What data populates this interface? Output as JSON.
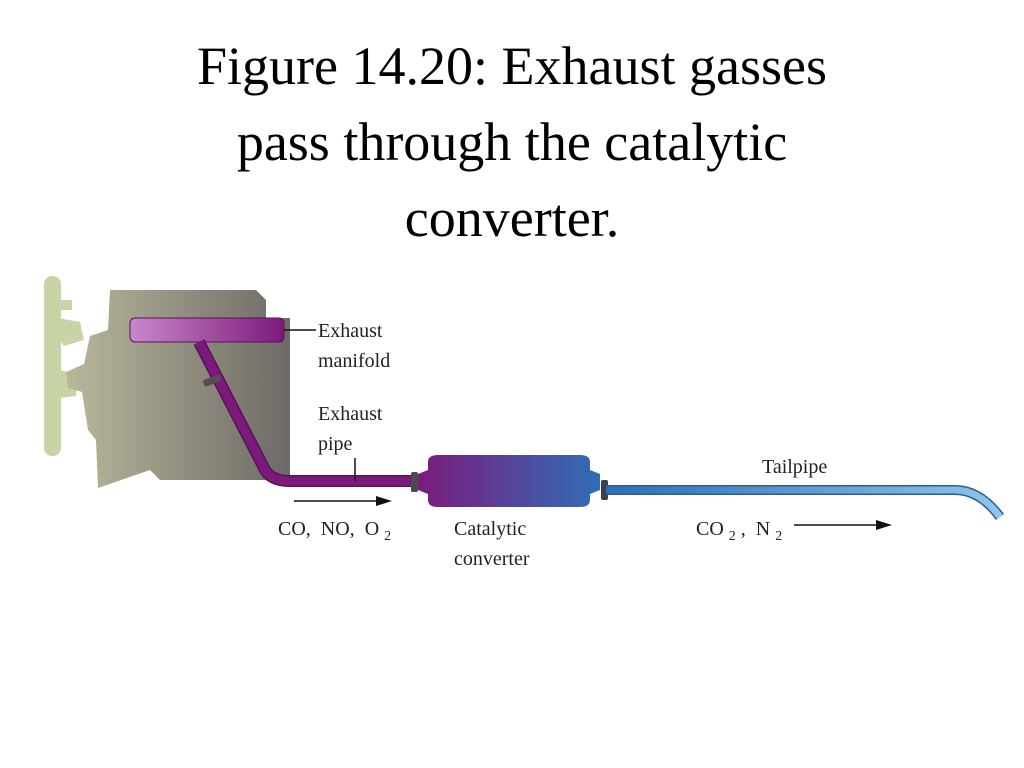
{
  "title": {
    "lines": [
      "Figure 14.20: Exhaust gasses",
      "pass through the catalytic",
      "converter."
    ]
  },
  "labels": {
    "exhaust_manifold": [
      "Exhaust",
      "manifold"
    ],
    "exhaust_pipe": [
      "Exhaust",
      "pipe"
    ],
    "tailpipe": "Tailpipe",
    "catalytic_converter": [
      "Catalytic",
      "converter"
    ],
    "inlet_gases": {
      "co": "CO,",
      "no": "NO,",
      "o": "O",
      "o_sub": "2"
    },
    "outlet_gases": {
      "co": "CO",
      "co_sub": "2",
      "comma": ",",
      "n": "N",
      "n_sub": "2"
    }
  },
  "colors": {
    "engine_light": "#b9b89b",
    "engine_dark": "#6d6a66",
    "bracket": "#c9d4a6",
    "purple": "#7c1a7c",
    "manifold_light": "#c888c8",
    "blue": "#2f6db6",
    "tailpipe_light": "#8fc6ea",
    "leader": "#111111"
  }
}
